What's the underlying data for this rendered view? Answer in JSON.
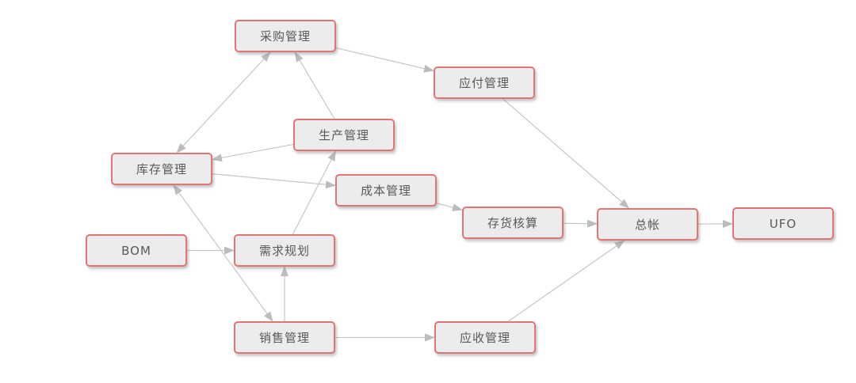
{
  "diagram": {
    "type": "flowchart",
    "description": "ERP module relationship flowchart",
    "nodes": [
      {
        "id": "purchase",
        "label": "采购管理"
      },
      {
        "id": "payable",
        "label": "应付管理"
      },
      {
        "id": "production",
        "label": "生产管理"
      },
      {
        "id": "inventory",
        "label": "库存管理"
      },
      {
        "id": "cost",
        "label": "成本管理"
      },
      {
        "id": "stock-accounting",
        "label": "存货核算"
      },
      {
        "id": "ledger",
        "label": "总帐"
      },
      {
        "id": "ufo",
        "label": "UFO"
      },
      {
        "id": "bom",
        "label": "BOM"
      },
      {
        "id": "demand",
        "label": "需求规划"
      },
      {
        "id": "sales",
        "label": "销售管理"
      },
      {
        "id": "receivable",
        "label": "应收管理"
      }
    ],
    "edges": [
      {
        "from": "inventory",
        "to": "purchase",
        "bidirectional": true
      },
      {
        "from": "production",
        "to": "purchase",
        "bidirectional": false
      },
      {
        "from": "purchase",
        "to": "payable",
        "bidirectional": false
      },
      {
        "from": "production",
        "to": "inventory",
        "bidirectional": false
      },
      {
        "from": "inventory",
        "to": "cost",
        "bidirectional": false
      },
      {
        "from": "demand",
        "to": "production",
        "bidirectional": false
      },
      {
        "from": "sales",
        "to": "demand",
        "bidirectional": false
      },
      {
        "from": "inventory",
        "to": "sales",
        "bidirectional": true
      },
      {
        "from": "bom",
        "to": "demand",
        "bidirectional": false
      },
      {
        "from": "cost",
        "to": "stock-accounting",
        "bidirectional": false
      },
      {
        "from": "stock-accounting",
        "to": "ledger",
        "bidirectional": false
      },
      {
        "from": "ledger",
        "to": "ufo",
        "bidirectional": false
      },
      {
        "from": "payable",
        "to": "ledger",
        "bidirectional": false
      },
      {
        "from": "receivable",
        "to": "ledger",
        "bidirectional": false
      },
      {
        "from": "sales",
        "to": "receivable",
        "bidirectional": false
      }
    ]
  },
  "colors": {
    "background": "#ffffff",
    "node_fill": "#ececec",
    "node_border": "#e27472",
    "node_text": "#595959",
    "connector": "#c6c6c6",
    "arrowhead": "#bcbcbc"
  }
}
